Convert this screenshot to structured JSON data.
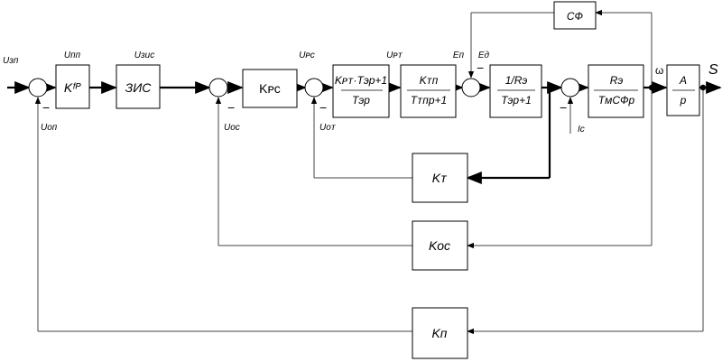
{
  "blocks": {
    "k_fp": "Kᶠᴾ",
    "zis": "ЗИС",
    "k_rs": "Kᴘᴄ",
    "k_rt_num": "Kᴘᴛ·Tэp+1",
    "k_rt_den": "Tэp",
    "k_tp_num": "Kᴛᴨ",
    "k_tp_den": "Tᴛᴨp+1",
    "re_num": "1/Rэ",
    "re_den": "Tэp+1",
    "rm_num": "Rэ",
    "rm_den": "TᴍCФp",
    "a_num": "A",
    "a_den": "p",
    "cf": "CФ",
    "k_t": "Kᴛ",
    "k_os": "Kᴏᴄ",
    "k_p": "Kᴨ"
  },
  "signals": {
    "u_zp": "Uзп",
    "u_fp": "Uᴨᴨ",
    "u_zis": "Uзис",
    "u_op": "Uᴏᴨ",
    "u_os": "Uᴏᴄ",
    "u_rs": "Uᴘᴄ",
    "u_ot": "Uᴏᴛ",
    "u_rt": "Uᴘᴛ",
    "e_p": "Eᴨ",
    "e_d": "Eд",
    "i_s": "Iᴄ",
    "omega": "ω",
    "s": "S"
  },
  "signs": {
    "minus": "−"
  }
}
